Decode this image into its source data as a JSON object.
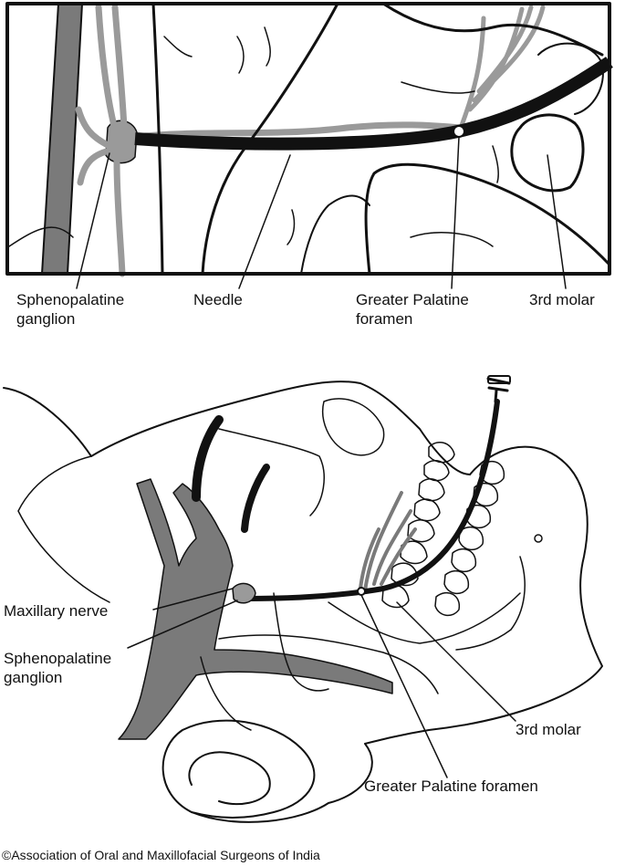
{
  "colors": {
    "stroke": "#111111",
    "nerve_fill": "#7a7a7a",
    "nerve_light": "#9a9a9a",
    "background": "#ffffff"
  },
  "top_panel": {
    "labels": {
      "sphenopalatine_1": "Sphenopalatine",
      "sphenopalatine_2": "ganglion",
      "needle": "Needle",
      "greater_palatine_1": "Greater Palatine",
      "greater_palatine_2": "foramen",
      "third_molar": "3rd molar"
    }
  },
  "bottom_panel": {
    "labels": {
      "maxillary_nerve": "Maxillary nerve",
      "sphenopalatine_1": "Sphenopalatine",
      "sphenopalatine_2": "ganglion",
      "third_molar": "3rd molar",
      "greater_palatine_foramen": "Greater Palatine foramen"
    }
  },
  "footer": {
    "copyright": "©Association of Oral and Maxillofacial Surgeons of India"
  }
}
